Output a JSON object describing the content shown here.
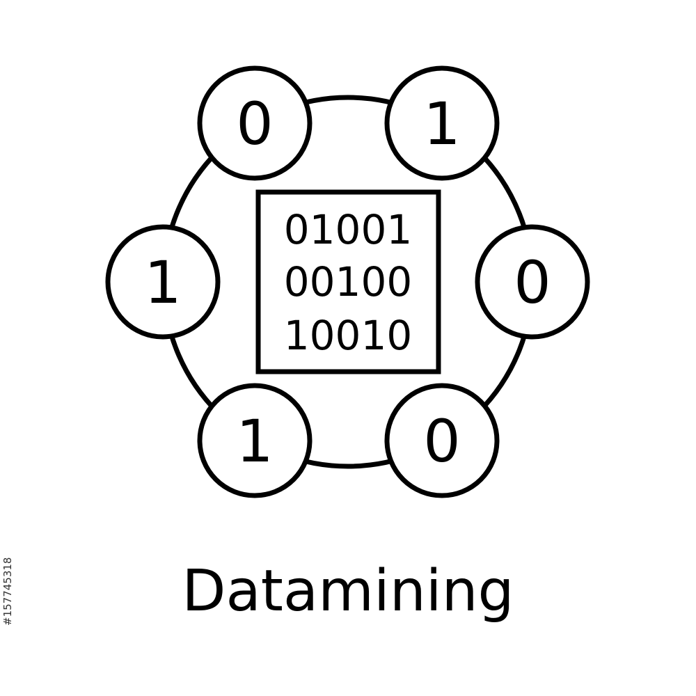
{
  "icon": {
    "name": "data-mining-icon",
    "stroke_color": "#000000",
    "background_color": "#ffffff",
    "nodes": [
      {
        "id": "top-left",
        "digit": "0"
      },
      {
        "id": "top-right",
        "digit": "1"
      },
      {
        "id": "left",
        "digit": "1"
      },
      {
        "id": "right",
        "digit": "0"
      },
      {
        "id": "bottom-left",
        "digit": "1"
      },
      {
        "id": "bottom-right",
        "digit": "0"
      }
    ],
    "binary_block": {
      "lines": [
        "01001",
        "00100",
        "10010"
      ]
    }
  },
  "caption": "Datamining",
  "watermark_id": "#157745318"
}
